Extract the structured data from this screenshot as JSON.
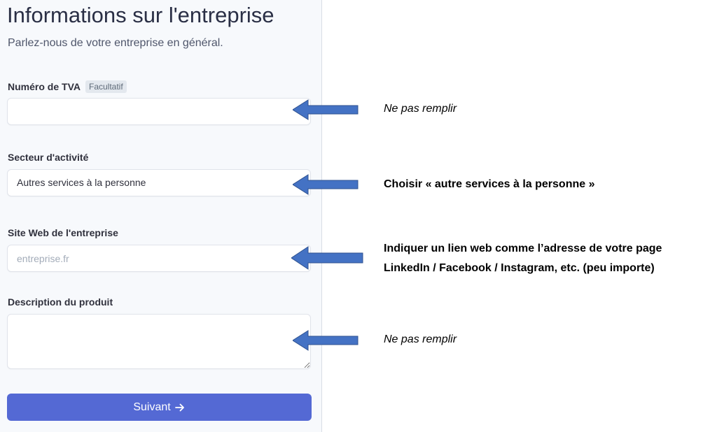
{
  "form": {
    "title": "Informations sur l'entreprise",
    "subtitle": "Parlez-nous de votre entreprise en général.",
    "vat": {
      "label": "Numéro de TVA",
      "badge": "Facultatif",
      "value": ""
    },
    "sector": {
      "label": "Secteur d'activité",
      "value": "Autres services à la personne"
    },
    "website": {
      "label": "Site Web de l'entreprise",
      "placeholder": "entreprise.fr",
      "value": ""
    },
    "description": {
      "label": "Description du produit",
      "value": ""
    },
    "submit": {
      "label": "Suivant",
      "icon": "arrow-right-icon",
      "color": "#5469d4"
    }
  },
  "annotations": {
    "arrow_icon": "left-arrow-icon",
    "arrow_color": "#4472c4",
    "vat_note": "Ne pas remplir",
    "sector_note": "Choisir « autre services à la personne »",
    "website_note_line1": "Indiquer un lien web comme l’adresse de votre page",
    "website_note_line2": "LinkedIn / Facebook / Instagram, etc. (peu importe)",
    "description_note": "Ne pas remplir"
  }
}
